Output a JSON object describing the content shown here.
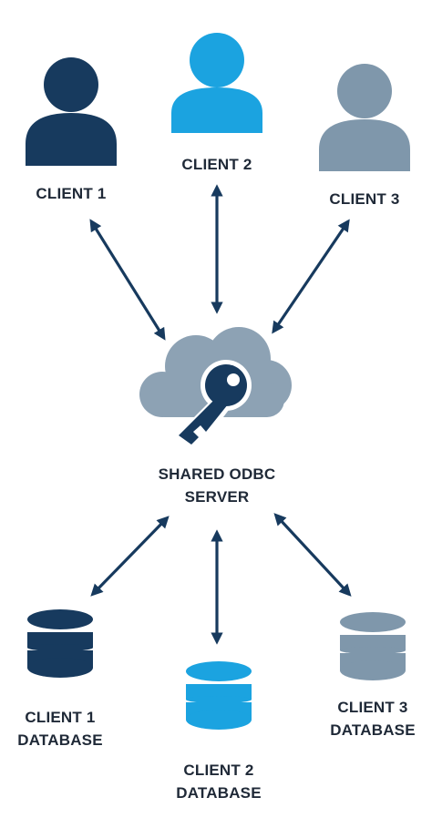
{
  "colors": {
    "navy": "#173a5e",
    "blue": "#1ba3e0",
    "gray": "#7f97ab",
    "cloud": "#8da2b4",
    "label": "#1f2937"
  },
  "clients": [
    {
      "label": "CLIENT 1",
      "icon": "user-icon",
      "color": "#173a5e"
    },
    {
      "label": "CLIENT 2",
      "icon": "user-icon",
      "color": "#1ba3e0"
    },
    {
      "label": "CLIENT 3",
      "icon": "user-icon",
      "color": "#7f97ab"
    }
  ],
  "server": {
    "line1": "SHARED ODBC",
    "line2": "SERVER",
    "icon": "cloud-key-icon"
  },
  "databases": [
    {
      "line1": "CLIENT 1",
      "line2": "DATABASE",
      "icon": "database-icon",
      "color": "#173a5e"
    },
    {
      "line1": "CLIENT 2",
      "line2": "DATABASE",
      "icon": "database-icon",
      "color": "#1ba3e0"
    },
    {
      "line1": "CLIENT 3",
      "line2": "DATABASE",
      "icon": "database-icon",
      "color": "#7f97ab"
    }
  ]
}
